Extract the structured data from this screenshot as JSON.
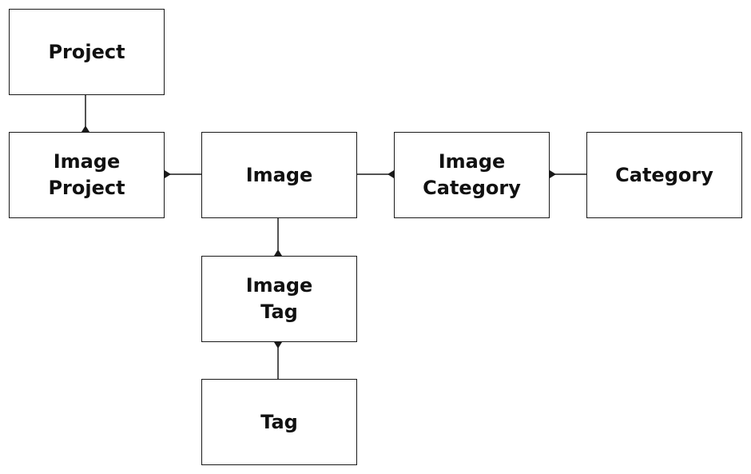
{
  "diagram": {
    "entities": {
      "project": "Project",
      "image_project": "Image\nProject",
      "image": "Image",
      "image_category": "Image\nCategory",
      "category": "Category",
      "image_tag": "Image\nTag",
      "tag": "Tag"
    },
    "colors": {
      "stroke": "#1a1a1a",
      "text": "#111111",
      "background": "#ffffff"
    }
  }
}
